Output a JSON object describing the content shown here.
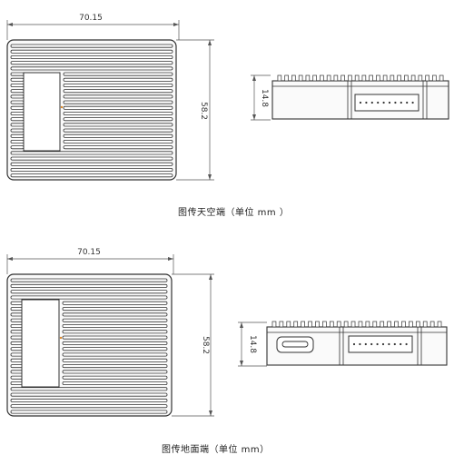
{
  "top_unit": {
    "width_label": "70.15",
    "height_label": "58.2",
    "side_depth_label": "14.8",
    "caption": "图传天空端（单位 mm ）"
  },
  "bottom_unit": {
    "width_label": "70.15",
    "height_label": "58.2",
    "side_depth_label": "14.8",
    "caption": "图传地面端（单位 mm）"
  }
}
